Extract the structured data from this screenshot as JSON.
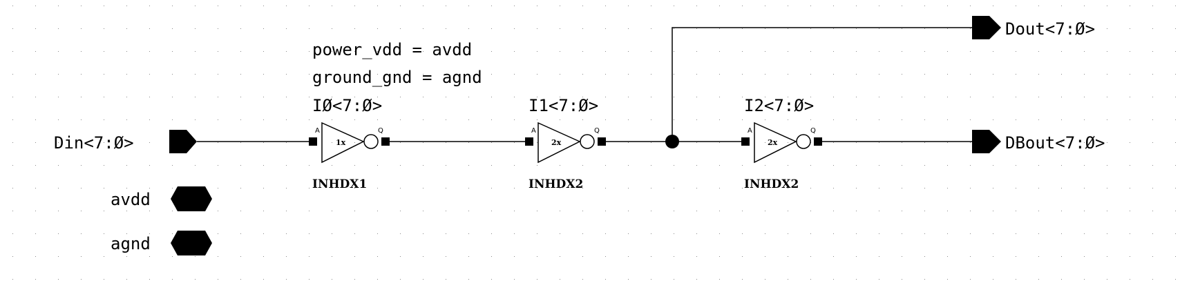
{
  "schematic": {
    "params": {
      "line1": "power_vdd = avdd",
      "line2": "ground_gnd = agnd"
    },
    "ports": {
      "din": "Din<7:Ø>",
      "dout": "Dout<7:Ø>",
      "dbout": "DBout<7:Ø>",
      "avdd": "avdd",
      "agnd": "agnd"
    },
    "instances": [
      {
        "name": "IØ<7:Ø>",
        "cell": "INHDX1",
        "size": "1x",
        "pin_in": "A",
        "pin_out": "Q"
      },
      {
        "name": "I1<7:Ø>",
        "cell": "INHDX2",
        "size": "2x",
        "pin_in": "A",
        "pin_out": "Q"
      },
      {
        "name": "I2<7:Ø>",
        "cell": "INHDX2",
        "size": "2x",
        "pin_in": "A",
        "pin_out": "Q"
      }
    ]
  }
}
